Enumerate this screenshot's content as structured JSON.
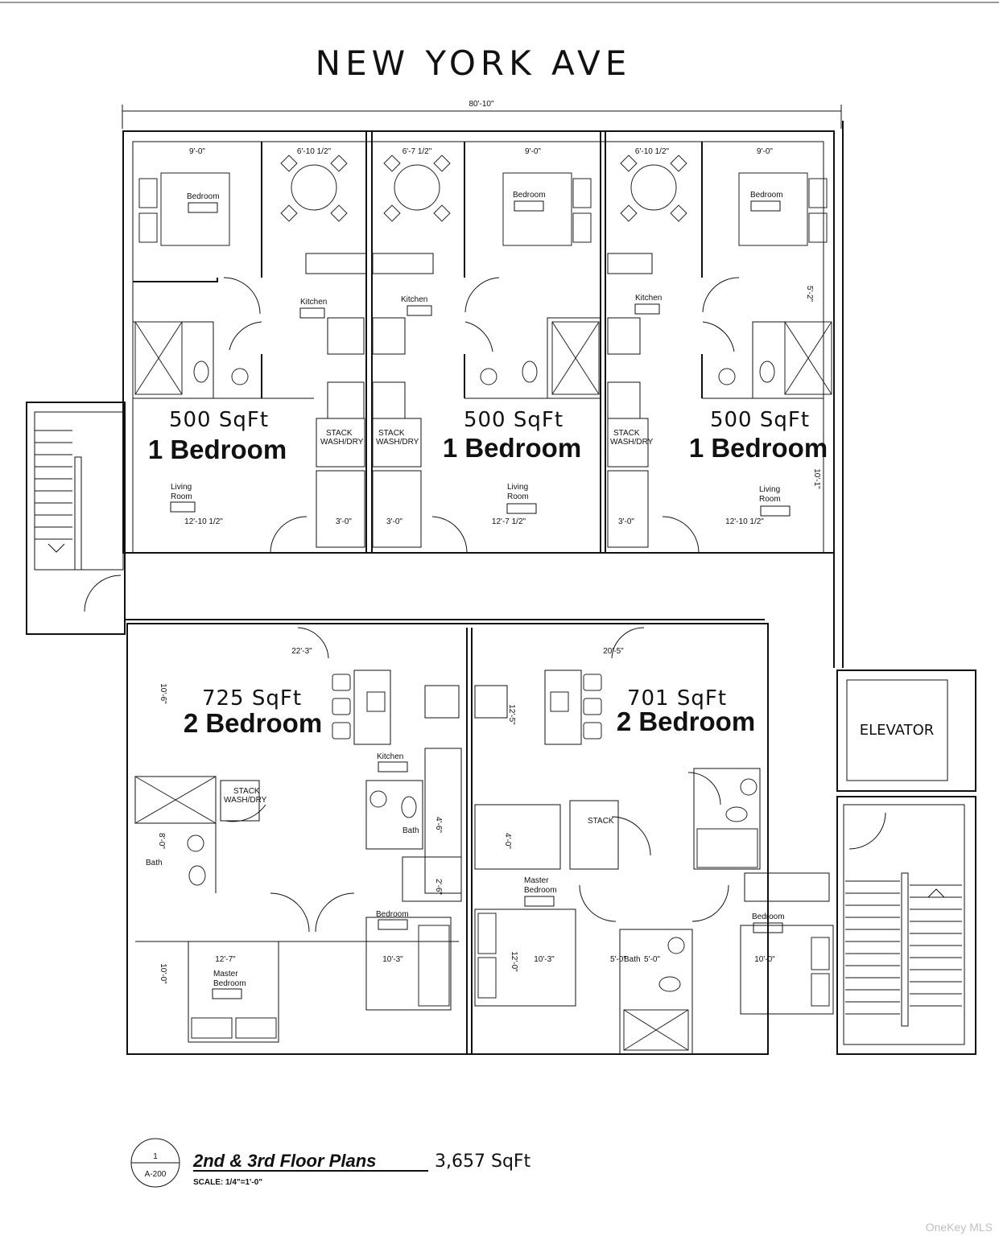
{
  "street": "NEW YORK AVE",
  "overall_width": "80'-10\"",
  "units": [
    {
      "sqft": "500 SqFt",
      "type": "1 Bedroom"
    },
    {
      "sqft": "500 SqFt",
      "type": "1 Bedroom"
    },
    {
      "sqft": "500 SqFt",
      "type": "1 Bedroom"
    },
    {
      "sqft": "725 SqFt",
      "type": "2 Bedroom"
    },
    {
      "sqft": "701 SqFt",
      "type": "2 Bedroom"
    }
  ],
  "rooms": {
    "bedroom": "Bedroom",
    "kitchen": "Kitchen",
    "living_room_1": "Living",
    "living_room_2": "Room",
    "stack_1": "STACK",
    "stack_2": "WASH/DRY",
    "bath": "Bath",
    "master_1": "Master",
    "master_2": "Bedroom",
    "elevator": "ELEVATOR"
  },
  "dimensions": {
    "d1": "9'-0\"",
    "d2": "6'-10 1/2\"",
    "d3": "6'-7 1/2\"",
    "d4": "9'-0\"",
    "d5": "6'-10 1/2\"",
    "d6": "9'-0\"",
    "d7": "12'-10 1/2\"",
    "d8": "3'-0\"",
    "d9": "3'-0\"",
    "d10": "12'-7 1/2\"",
    "d11": "3'-0\"",
    "d12": "12'-10 1/2\"",
    "d13": "10'-1\"",
    "d14": "22'-3\"",
    "d15": "20'-5\"",
    "d16": "10'-6\"",
    "d17": "12'-5\"",
    "d18": "8'-0\"",
    "d19": "12'-7\"",
    "d20": "10'-3\"",
    "d21": "10'-3\"",
    "d22": "10'-0\"",
    "d23": "4'-0\"",
    "d24": "4'-6\"",
    "d25": "2'-6\"",
    "d26": "10'-0\"",
    "d27": "5'-0\"",
    "d28": "12'-0\"",
    "d29": "5'-2\"",
    "d30": "5'-0\""
  },
  "title_block": {
    "number": "1",
    "sheet": "A-200",
    "title": "2nd & 3rd Floor Plans",
    "area": "3,657 SqFt",
    "scale": "SCALE:  1/4\"=1'-0\""
  },
  "watermark": "OneKey MLS"
}
